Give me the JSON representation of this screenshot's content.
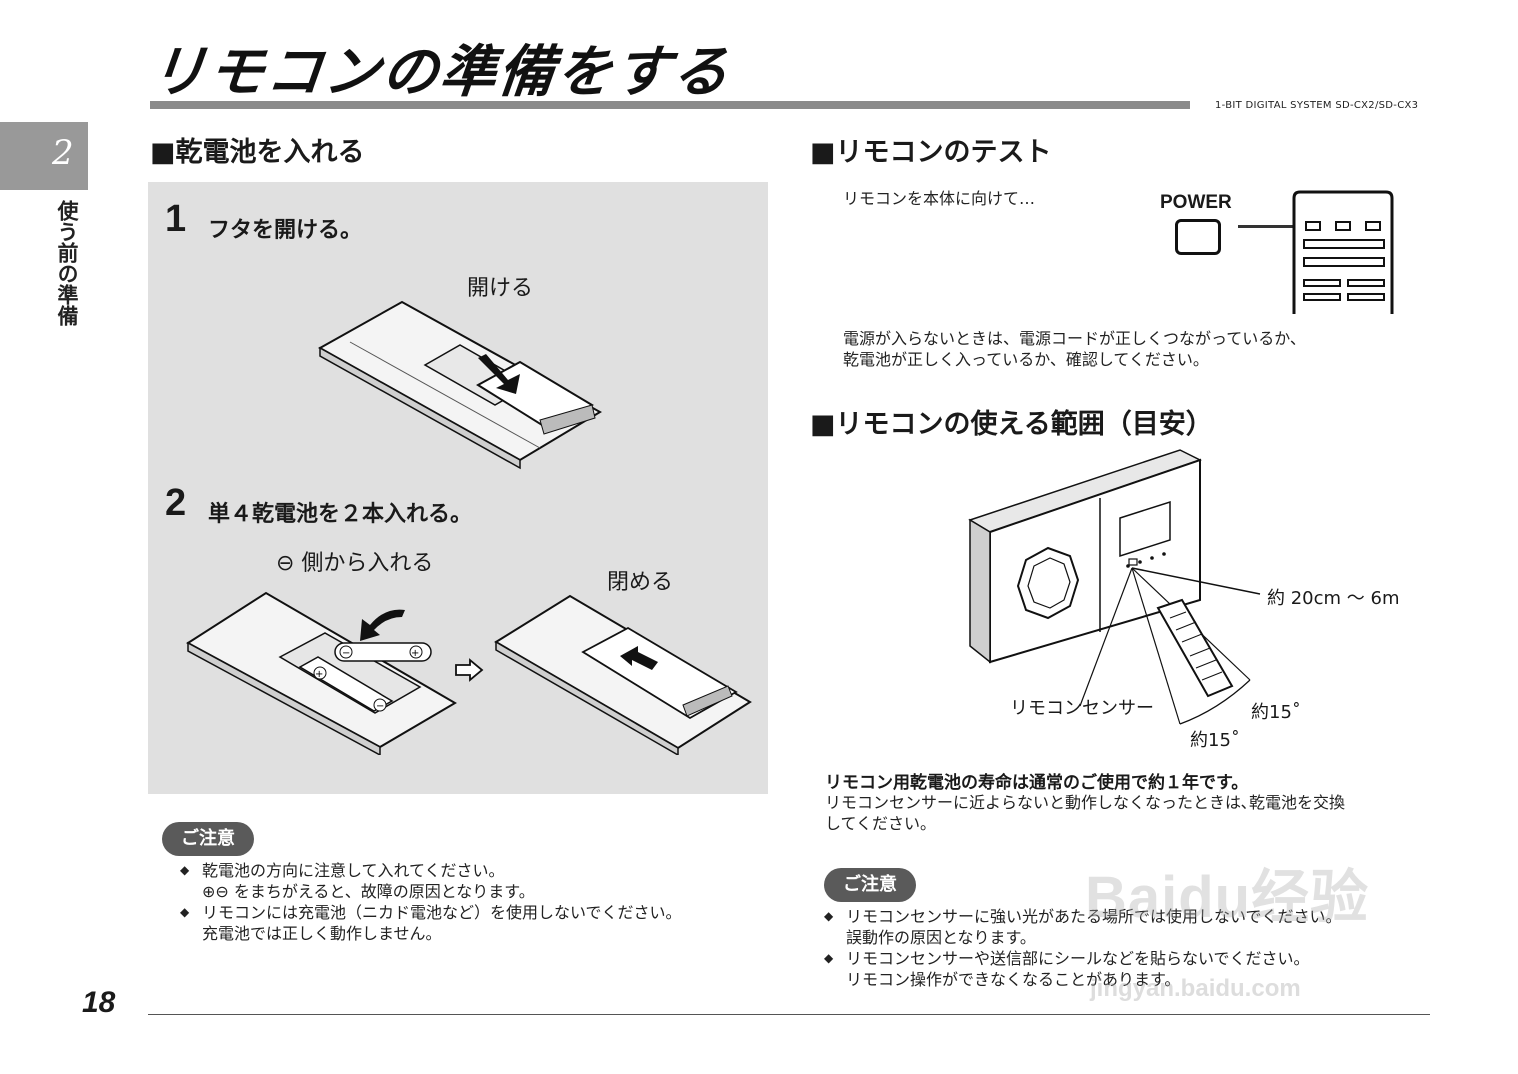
{
  "header": {
    "title": "リモコンの準備をする",
    "model": "1-BIT DIGITAL SYSTEM SD-CX2/SD-CX3"
  },
  "side_tab": {
    "number": "2",
    "label": "使う前の準備"
  },
  "battery": {
    "heading": "■乾電池を入れる",
    "step1": {
      "num": "1",
      "text": "フタを開ける。",
      "label_open": "開ける"
    },
    "step2": {
      "num": "2",
      "text": "単４乾電池を２本入れる。",
      "label_minus": "⊖ 側から入れる",
      "label_close": "閉める"
    },
    "caution": {
      "badge": "ご注意",
      "items": [
        {
          "line1": "乾電池の方向に注意して入れてください。",
          "line2": "⊕⊖ をまちがえると、故障の原因となります。"
        },
        {
          "line1": "リモコンには充電池（ニカド電池など）を使用しないでください。",
          "line2": "充電池では正しく動作しません。"
        }
      ]
    }
  },
  "test": {
    "heading": "■リモコンのテスト",
    "instruction": "リモコンを本体に向けて…",
    "power_label": "POWER",
    "note_line1": "電源が入らないときは、電源コードが正しくつながっているか、",
    "note_line2": "乾電池が正しく入っているか、確認してください。"
  },
  "range": {
    "heading": "■リモコンの使える範囲（目安）",
    "distance": "約 20cm ～ 6m",
    "sensor": "リモコンセンサー",
    "angle1": "約15˚",
    "angle2": "約15˚",
    "life_bold": "リモコン用乾電池の寿命は通常のご使用で約１年です。",
    "life_line1": "リモコンセンサーに近よらないと動作しなくなったときは､乾電池を交換",
    "life_line2": "してください。",
    "caution": {
      "badge": "ご注意",
      "items": [
        {
          "line1": "リモコンセンサーに強い光があたる場所では使用しないでください。",
          "line2": "誤動作の原因となります。"
        },
        {
          "line1": "リモコンセンサーや送信部にシールなどを貼らないでください。",
          "line2": "リモコン操作ができなくなることがあります。"
        }
      ]
    }
  },
  "footer": {
    "page": "18"
  },
  "watermark": {
    "main": "Baidu经验",
    "sub": "jingyan.baidu.com"
  }
}
